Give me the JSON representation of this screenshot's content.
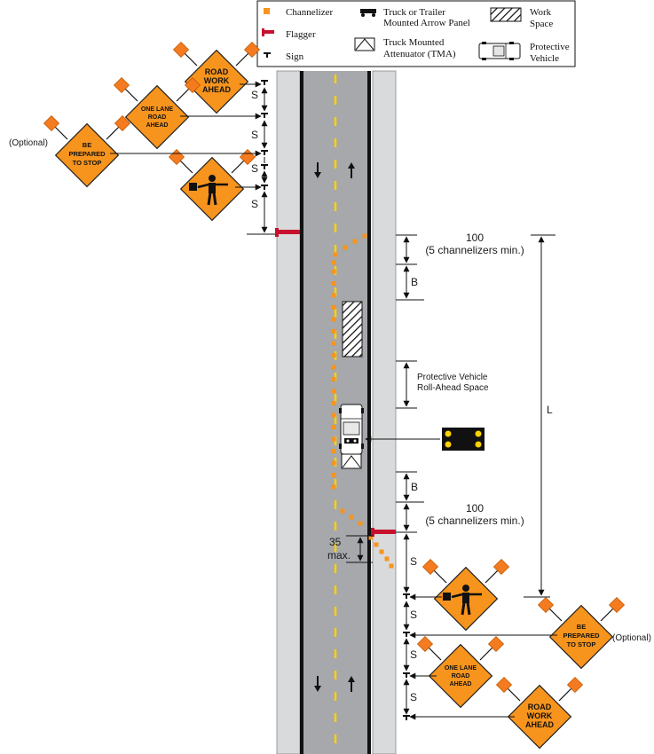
{
  "legend": {
    "channelizer": "Channelizer",
    "flagger": "Flagger",
    "sign": "Sign",
    "arrow_panel": [
      "Truck or Trailer",
      "Mounted Arrow Panel"
    ],
    "tma": [
      "Truck Mounted",
      "Attenuator (TMA)"
    ],
    "work_space": [
      "Work",
      "Space"
    ],
    "protective_vehicle": [
      "Protective",
      "Vehicle"
    ]
  },
  "signs": {
    "road_work_ahead": [
      "ROAD",
      "WORK",
      "AHEAD"
    ],
    "one_lane_road_ahead": [
      "ONE LANE",
      "ROAD",
      "AHEAD"
    ],
    "be_prepared_to_stop": [
      "BE",
      "PREPARED",
      "TO STOP"
    ],
    "optional": "(Optional)"
  },
  "dimensions": {
    "s": "S",
    "b": "B",
    "l": "L",
    "buffer_100": "100",
    "buffer_100_note": "(5 channelizers min.)",
    "taper_35": "35",
    "taper_35_note": "max.",
    "roll_ahead": [
      "Protective Vehicle",
      "Roll-Ahead Space"
    ]
  },
  "colors": {
    "sign_orange": "#f7941d",
    "flag_orange": "#f47b20",
    "channelizer": "#f7941d",
    "flagger": "#c8102e",
    "road": "#a6a8ab",
    "shoulder": "#d9dadb",
    "centerline": "#ffd100",
    "edge_line": "#111111"
  }
}
